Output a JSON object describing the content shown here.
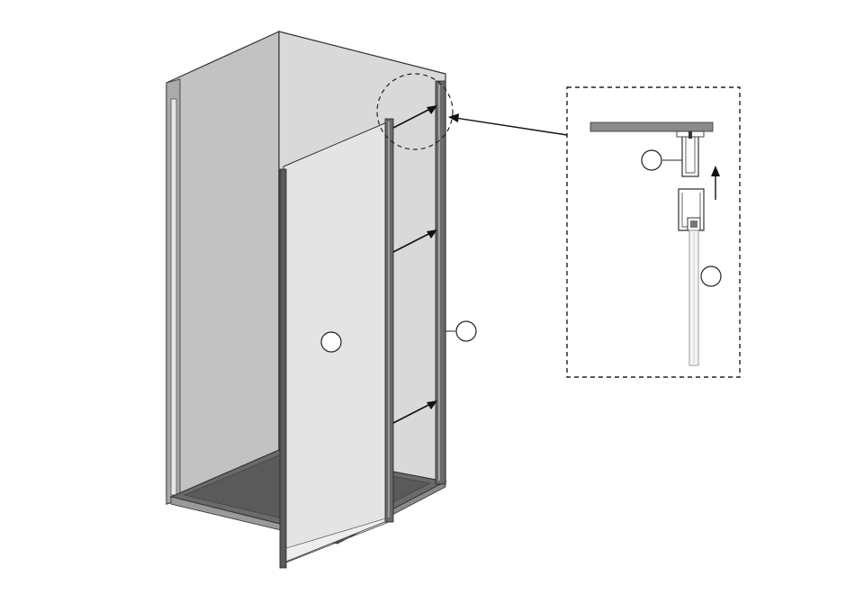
{
  "diagram": {
    "description_visible_text": "",
    "callouts": [
      {
        "id": "glass-panel",
        "label": ""
      },
      {
        "id": "wall-profile",
        "label": ""
      },
      {
        "id": "top-fitting",
        "label": ""
      },
      {
        "id": "glass-edge",
        "label": ""
      }
    ],
    "colors": {
      "line": "#333333",
      "wall_fill": "#bdbdbd",
      "wall_inner": "#d6d6d6",
      "glass_fill": "#e2e2e2",
      "tray_fill": "#6f6f6f",
      "profile_dark": "#555555",
      "ceiling_bar": "#8a8a8a"
    },
    "icons": [
      "arrow-icon",
      "dashed-circle-icon",
      "callout-circle-icon"
    ]
  }
}
